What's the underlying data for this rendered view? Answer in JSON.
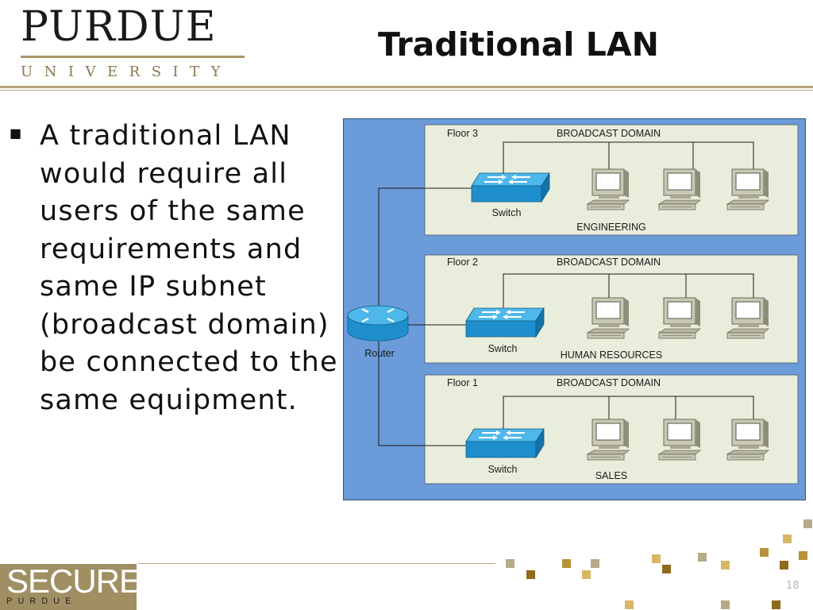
{
  "header": {
    "logo_word": "PURDUE",
    "logo_sub": "UNIVERSITY",
    "title": "Traditional LAN"
  },
  "bullet": {
    "lines": [
      "A traditional LAN",
      "would require all",
      "users of the same",
      "requirements and",
      "same IP subnet",
      "(broadcast domain)",
      "be connected to the",
      "same equipment."
    ]
  },
  "diagram": {
    "router_label": "Router",
    "floors": [
      {
        "floor_label": "Floor 3",
        "domain_label": "BROADCAST DOMAIN",
        "switch_label": "Switch",
        "department": "ENGINEERING"
      },
      {
        "floor_label": "Floor 2",
        "domain_label": "BROADCAST DOMAIN",
        "switch_label": "Switch",
        "department": "HUMAN RESOURCES"
      },
      {
        "floor_label": "Floor 1",
        "domain_label": "BROADCAST DOMAIN",
        "switch_label": "Switch",
        "department": "SALES"
      }
    ]
  },
  "footer": {
    "secure_word": "SECURE",
    "secure_sub": "PURDUE",
    "page_number": "18"
  },
  "colors": {
    "diagram_background": "#6b9bd8",
    "floor_panel": "#e9eddb",
    "gold": "#b6a57c",
    "switch_blue": "#1e9ad6"
  }
}
